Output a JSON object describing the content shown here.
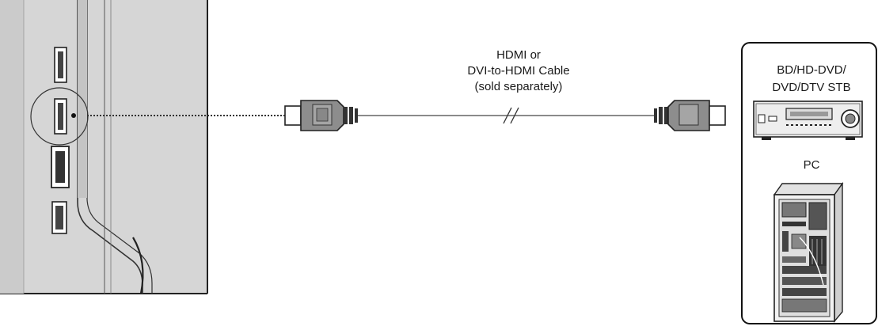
{
  "cable": {
    "line1": "HDMI or",
    "line2": "DVI-to-HDMI Cable",
    "line3": "(sold separately)"
  },
  "sources": {
    "bd_line1": "BD/HD-DVD/",
    "bd_line2": "DVD/DTV STB",
    "pc_label": "PC"
  },
  "colors": {
    "panel": "#d4d4d4",
    "panel_dark": "#b9b9b9",
    "outline": "#2a2a2a",
    "connector": "#8d8d8d",
    "background": "#ffffff"
  }
}
